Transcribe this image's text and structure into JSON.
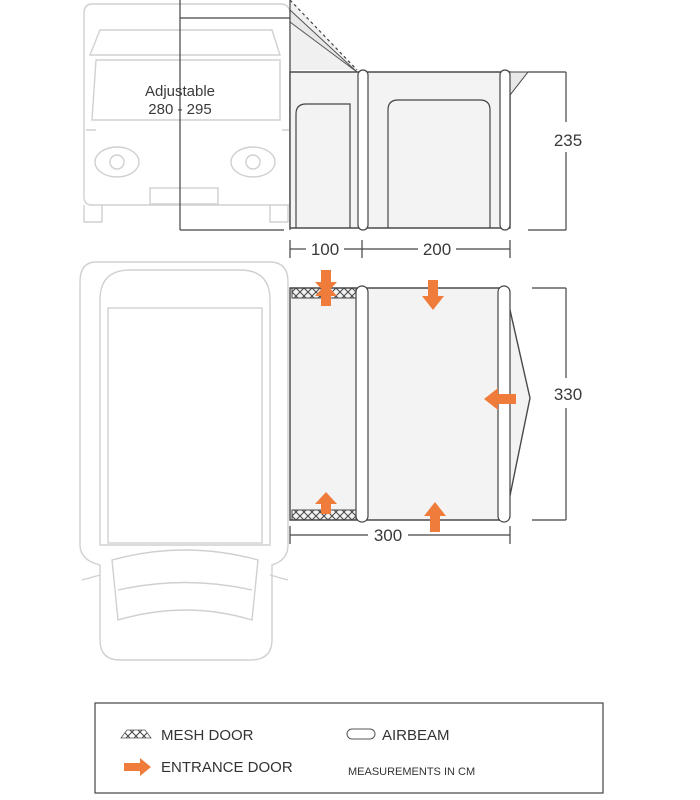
{
  "colors": {
    "entrance_arrow": "#f07c3c",
    "outline": "#4a4a4a",
    "vehicle_outline": "#d0d0d0",
    "tent_fill": "#f3f3f3"
  },
  "side_view": {
    "adjustable_label": "Adjustable",
    "adjustable_range": "280 - 295",
    "height": "235",
    "width_front": "100",
    "width_main": "200"
  },
  "plan_view": {
    "depth": "330",
    "total_width": "300"
  },
  "legend": {
    "mesh_door": "MESH DOOR",
    "entrance_door": "ENTRANCE DOOR",
    "airbeam": "AIRBEAM",
    "measurements": "MEASUREMENTS IN CM"
  },
  "icons": [
    "mesh-door-icon",
    "entrance-arrow-icon",
    "airbeam-icon"
  ]
}
